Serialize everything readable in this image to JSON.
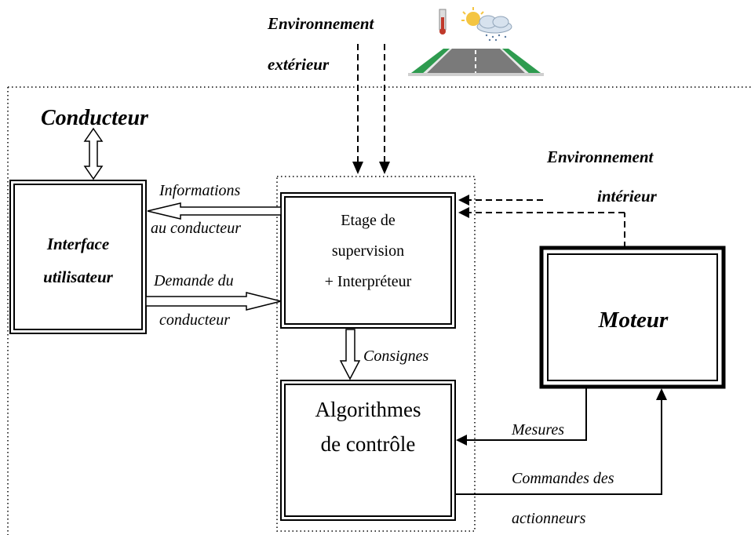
{
  "labels": {
    "env_ext_line1": "Environnement",
    "env_ext_line2": "extérieur",
    "driver": "Conducteur",
    "env_int_line1": "Environnement",
    "env_int_line2": "intérieur",
    "info_line1": "Informations",
    "info_line2": "au conducteur",
    "request_line1": "Demande du",
    "request_line2": "conducteur",
    "setpoints": "Consignes",
    "measurements": "Mesures",
    "commands_line1": "Commandes des",
    "commands_line2": "actionneurs"
  },
  "boxes": {
    "interface": {
      "line1": "Interface",
      "line2": "utilisateur"
    },
    "supervision": {
      "line1": "Etage de",
      "line2": "supervision",
      "line3": "+ Interpréteur"
    },
    "algorithms": {
      "line1": "Algorithmes",
      "line2": "de contrôle"
    },
    "engine": {
      "line1": "Moteur"
    }
  },
  "icons": [
    "weather-road-icon"
  ]
}
